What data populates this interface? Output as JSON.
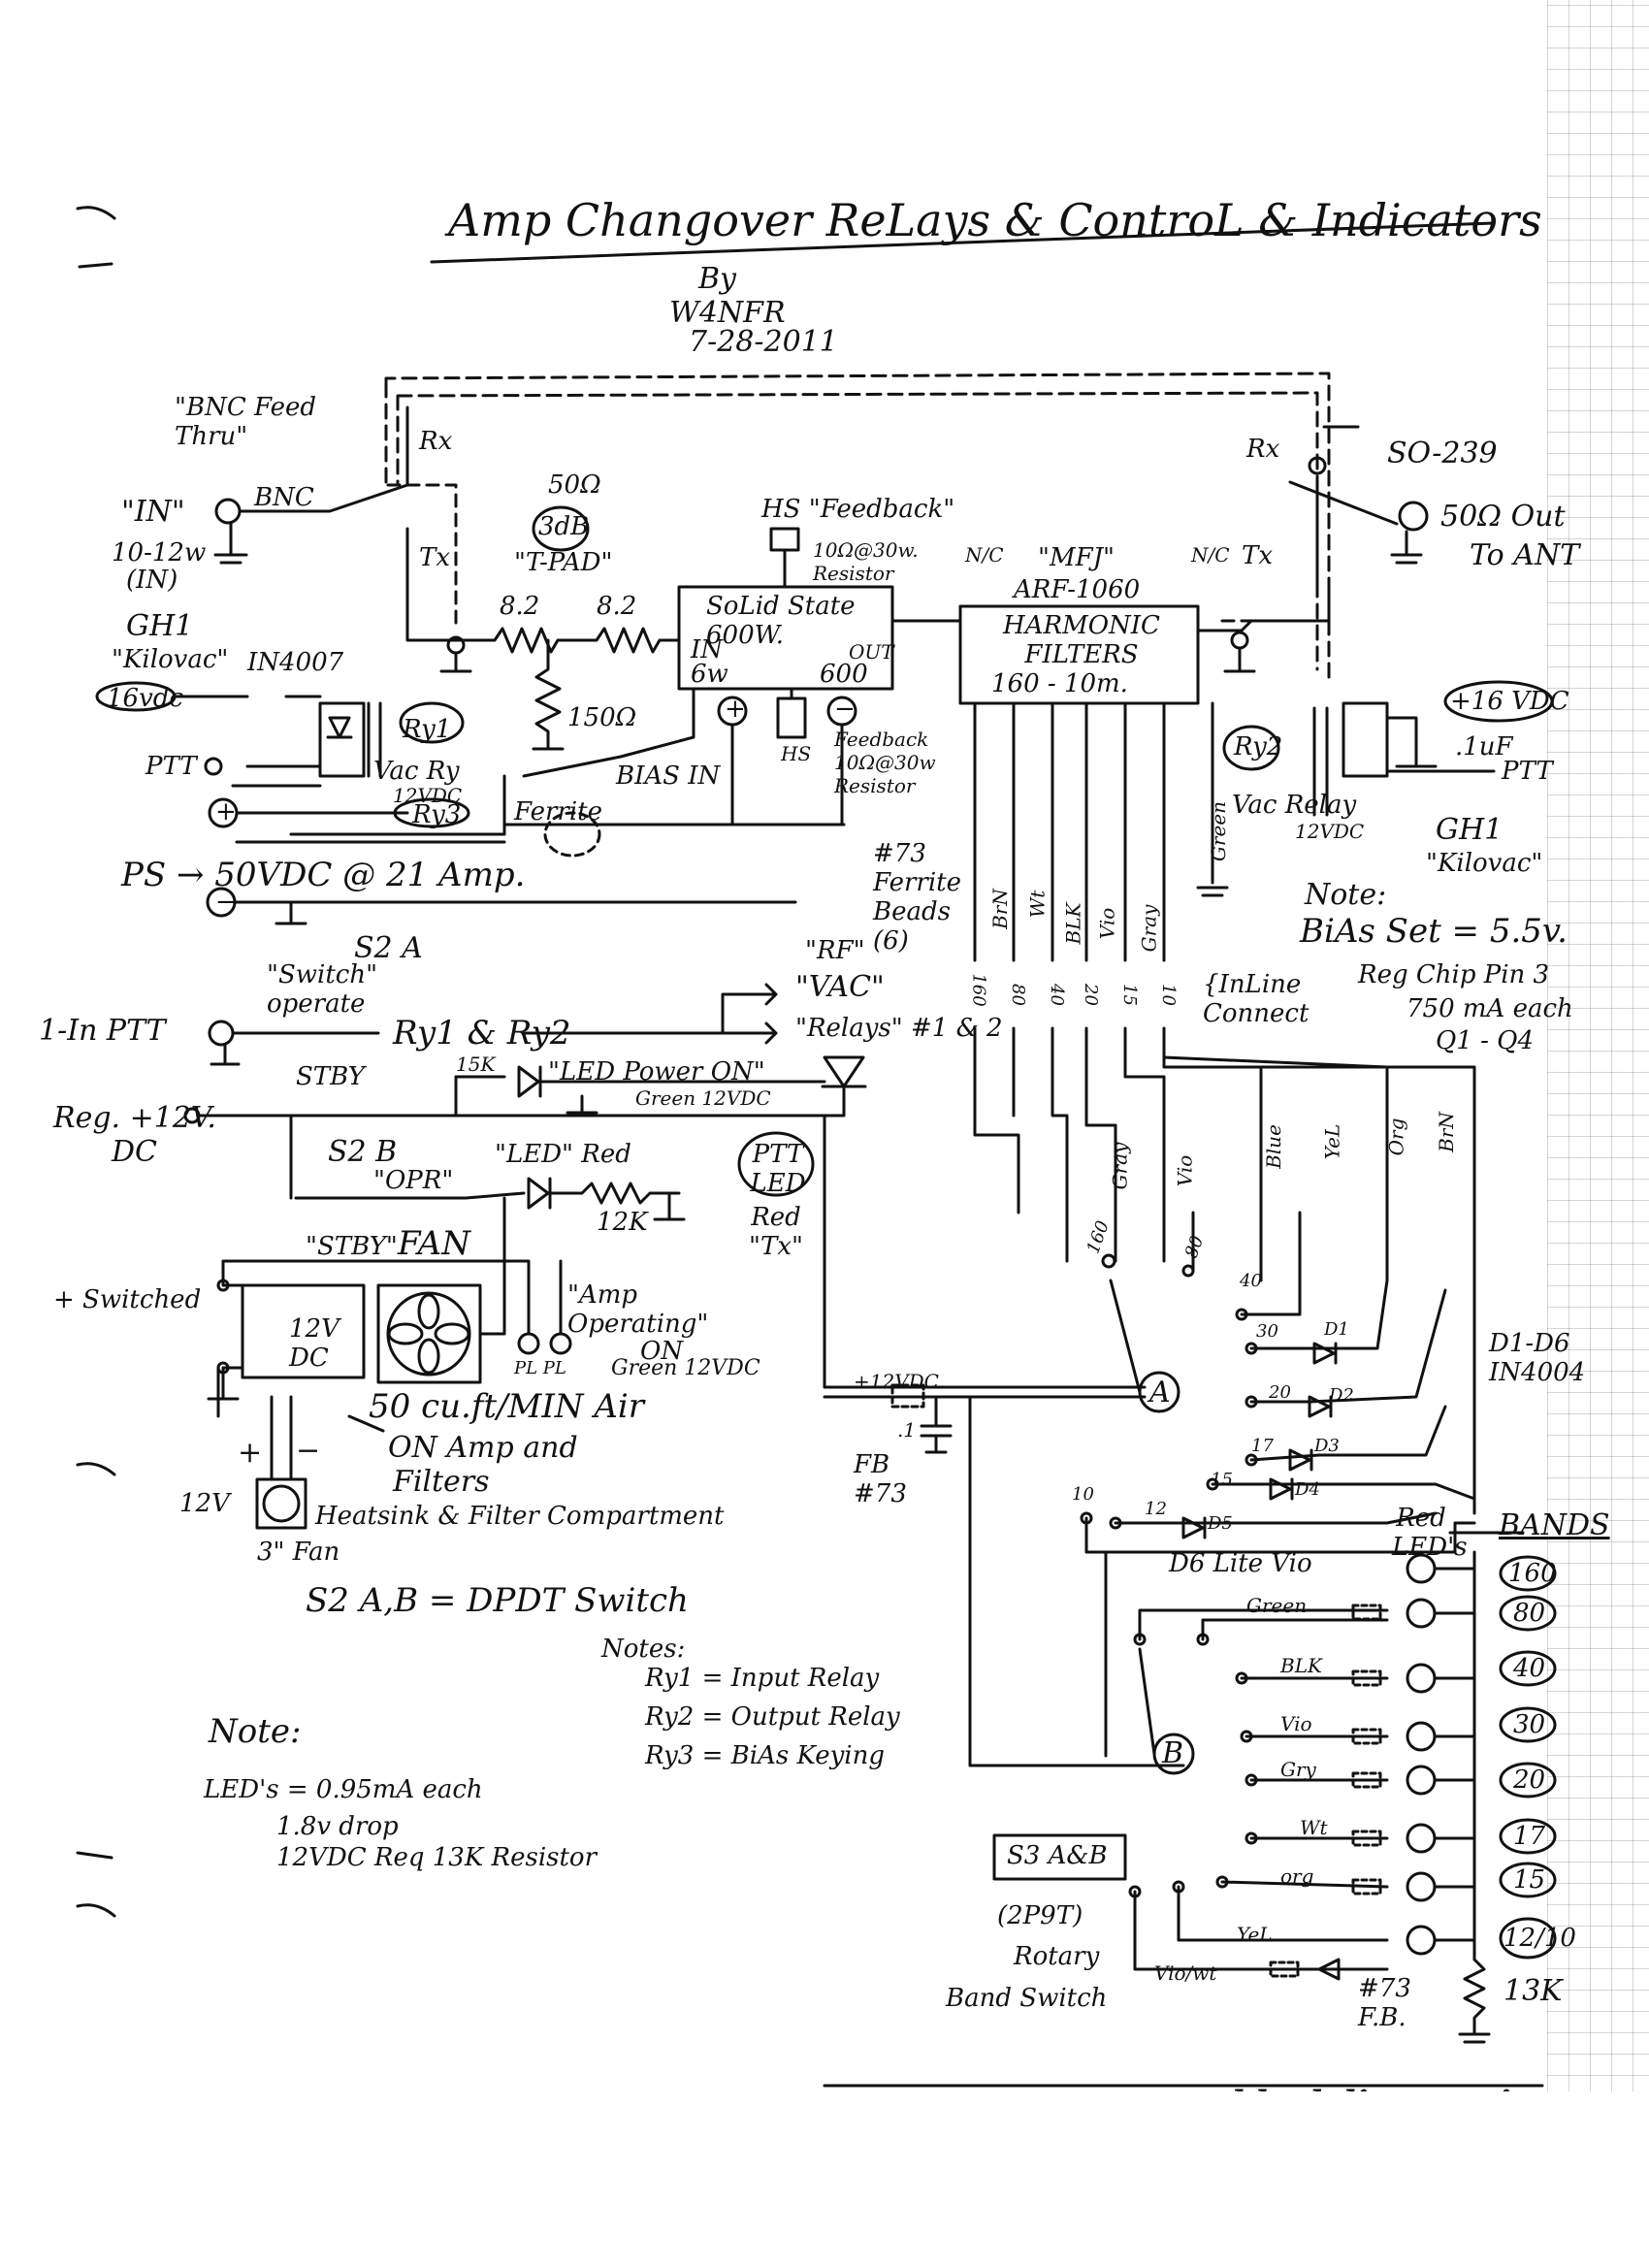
{
  "title": "Amp Changover ReLays & ControL & Indicators",
  "by": "By",
  "author": "W4NFR",
  "date": "7-28-2011",
  "top_left": {
    "bnc_feedthru": "\"BNC Feed Thru\"",
    "rx_left": "Rx",
    "in_label": "\"IN\"",
    "bnc": "BNC",
    "in_power": "10-12w",
    "in_power_sub": "(IN)",
    "tx_left": "Tx",
    "pad_ohms": "50Ω",
    "pad_db": "3dB",
    "pad_name": "\"T-PAD\"",
    "r1": "8.2",
    "r2": "8.2",
    "r3": "150Ω"
  },
  "amp": {
    "hs_feedback": "HS \"Feedback\"",
    "feedback_res": "10Ω@30w. Resistor",
    "name": "SoLid State 600W.",
    "in": "IN",
    "out": "OUT",
    "in_w": "6w",
    "out_w": "600",
    "plus": "+",
    "minus": "−",
    "hs": "HS",
    "feedback2": "Feedback 10Ω@30w Resistor",
    "bias": "BIAS IN",
    "ferrite": "Ferrite"
  },
  "filter": {
    "mfj": "\"MFJ\"",
    "model": "ARF-1060",
    "name": "HARMONIC FILTERS",
    "range": "160 - 10m.",
    "nc": "N/C",
    "tx_right": "Tx",
    "rx_right": "Rx",
    "so239": "SO-239",
    "out": "50Ω Out",
    "to_ant": "To ANT"
  },
  "left_relay": {
    "gh1": "GH1",
    "kilovac": "\"Kilovac\"",
    "diode": "IN4007",
    "v16": "16vdc",
    "ptt": "PTT",
    "ry1": "Ry1",
    "vac_ry": "Vac Ry",
    "v12": "12VDC",
    "ry3": "Ry3",
    "plus": "+",
    "minus": "−",
    "ps": "PS → 50VDC @ 21 Amp."
  },
  "right_relay": {
    "v16": "+16 VDC",
    "cap": ".1uF",
    "ptt": "PTT",
    "ry2": "Ry2",
    "vac_relay": "Vac Relay",
    "v12": "12VDC",
    "gh1": "GH1",
    "kilovac": "\"Kilovac\"",
    "green": "Green"
  },
  "ferrite_beads": "#73 Ferrite Beads (6)",
  "wires": [
    "BrN",
    "Wt",
    "BLK",
    "Vio",
    "Gray",
    "Green"
  ],
  "connector_bands": [
    "160",
    "80",
    "40",
    "20",
    "15",
    "10"
  ],
  "inline": "{InLine Connect",
  "note_bias": {
    "note": "Note:",
    "bias": "BiAs Set = 5.5v.",
    "reg": "Reg Chip Pin 3",
    "ma": "750 mA each",
    "q": "Q1 - Q4"
  },
  "s2": {
    "s2a": "S2 A",
    "switch": "\"Switch\" operate",
    "in_ptt": "1-In PTT",
    "stby": "STBY",
    "ry12": "Ry1 & Ry2",
    "rf": "\"RF\"",
    "vac": "\"VAC\"",
    "relays": "\"Relays\" #1 & 2",
    "k15": "15K",
    "led_power": "\"LED Power ON\"",
    "green12": "Green 12VDC",
    "reg12": "Reg. +12V.",
    "dc": "DC",
    "s2b": "S2 B",
    "opr": "\"OPR\"",
    "led_red": "\"LED\" Red",
    "k12": "12K",
    "ptt_led": "PTT LED",
    "red_tx": "Red \"Tx\"",
    "stby2": "\"STBY\"",
    "fan": "FAN"
  },
  "fan": {
    "switched": "+ Switched",
    "v12dc": "12V DC",
    "amp_op": "\"Amp Operating\"",
    "on": "ON",
    "green": "Green 12VDC",
    "pl": "PL PL",
    "cfm": "50 cu.ft/MIN Air",
    "on_amp": "ON Amp and",
    "filters": "Filters",
    "plus": "+",
    "minus": "−",
    "v12": "12V",
    "heatsink": "Heatsink & Filter Compartment",
    "fan3": "3\" Fan",
    "dpdt": "S2 A,B = DPDT Switch"
  },
  "notes_relays": {
    "title": "Notes:",
    "ry1": "Ry1 = Input Relay",
    "ry2": "Ry2 = Output Relay",
    "ry3": "Ry3 = BiAs Keying"
  },
  "note_led": {
    "title": "Note:",
    "l1": "LED's = 0.95mA each",
    "l2": "1.8v drop",
    "l3": "12VDC Req 13K Resistor"
  },
  "rotary": {
    "wires": [
      "Gray",
      "Vio",
      "Blue",
      "YeL",
      "Org",
      "BrN"
    ],
    "pos_a": [
      "160",
      "80",
      "40",
      "30",
      "20",
      "17",
      "15",
      "12",
      "10"
    ],
    "diodes": [
      "D1",
      "D2",
      "D3",
      "D4",
      "D5",
      "D6"
    ],
    "d_note": "D1-D6 IN4004",
    "v12": "+12VDC",
    "cap": ".1",
    "fb": "FB #73",
    "a": "A",
    "b": "B",
    "d6": "D6 Lite Vio",
    "s3": "S3 A&B",
    "type": "(2P9T)",
    "rotary": "Rotary",
    "band_switch": "Band Switch",
    "red_leds": "Red LED's",
    "bands_title": "BANDS",
    "bands": [
      "160",
      "80",
      "40",
      "30",
      "20",
      "17",
      "15",
      "12/10"
    ],
    "led_wires": [
      "Green",
      "BLK",
      "Vio",
      "Gry",
      "Wt",
      "org",
      "YeL",
      "Vio/wt"
    ],
    "fb73": "#73 F.B.",
    "k13": "13K"
  },
  "footer": "blockdiagram.jpg"
}
